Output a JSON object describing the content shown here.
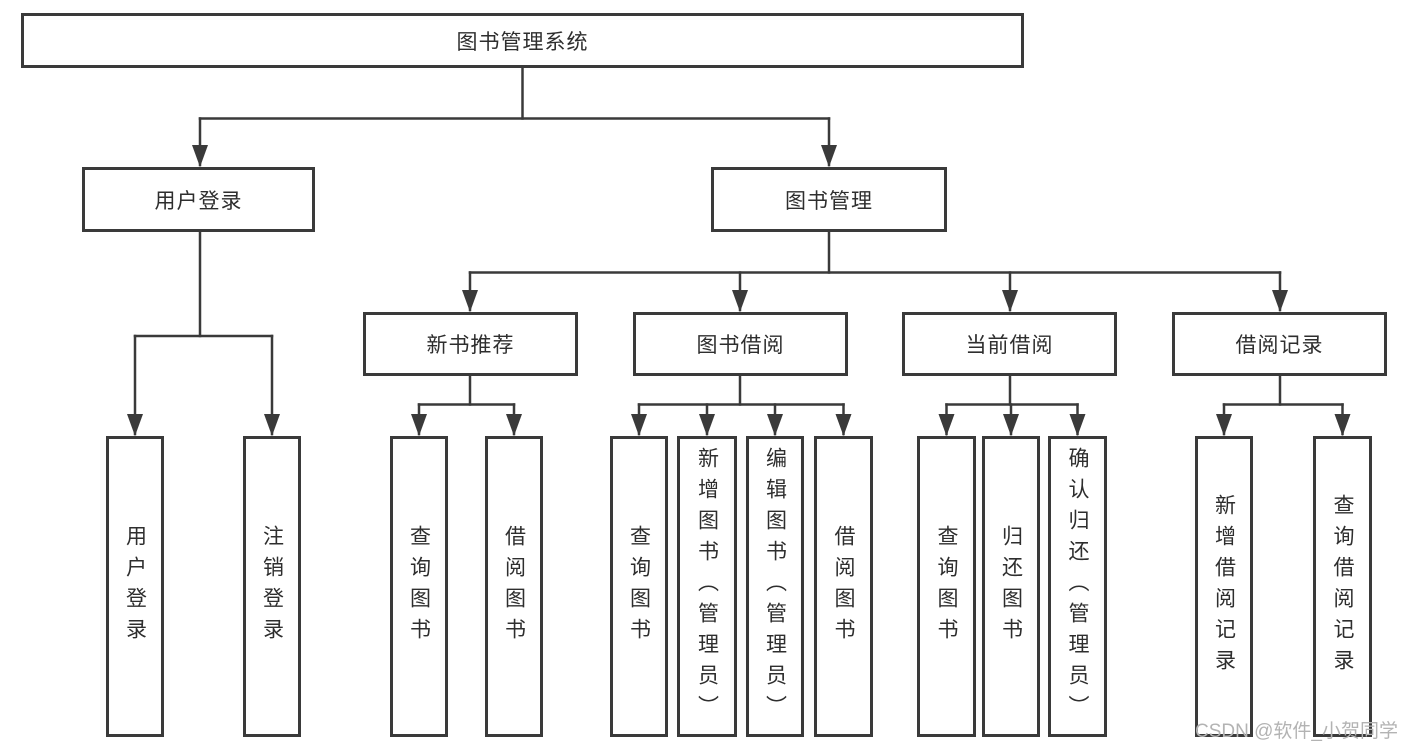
{
  "diagram_type": "tree-structure-chart",
  "colors": {
    "line": "#3a3a3a",
    "box_border": "#3a3a3a",
    "box_fill": "#ffffff",
    "text": "#2e2e2e",
    "watermark": "#b3b3b3",
    "background": "#ffffff"
  },
  "tree": {
    "label": "图书管理系统",
    "children": [
      {
        "label": "用户登录",
        "children": [
          {
            "label": "用户登录"
          },
          {
            "label": "注销登录"
          }
        ]
      },
      {
        "label": "图书管理",
        "children": [
          {
            "label": "新书推荐",
            "children": [
              {
                "label": "查询图书"
              },
              {
                "label": "借阅图书"
              }
            ]
          },
          {
            "label": "图书借阅",
            "children": [
              {
                "label": "查询图书"
              },
              {
                "label": "新增图书（管理员）"
              },
              {
                "label": "编辑图书（管理员）"
              },
              {
                "label": "借阅图书"
              }
            ]
          },
          {
            "label": "当前借阅",
            "children": [
              {
                "label": "查询图书"
              },
              {
                "label": "归还图书"
              },
              {
                "label": "确认归还（管理员）"
              }
            ]
          },
          {
            "label": "借阅记录",
            "children": [
              {
                "label": "新增借阅记录"
              },
              {
                "label": "查询借阅记录"
              }
            ]
          }
        ]
      }
    ]
  },
  "watermark": {
    "text": "CSDN @软件_小贺同学"
  }
}
